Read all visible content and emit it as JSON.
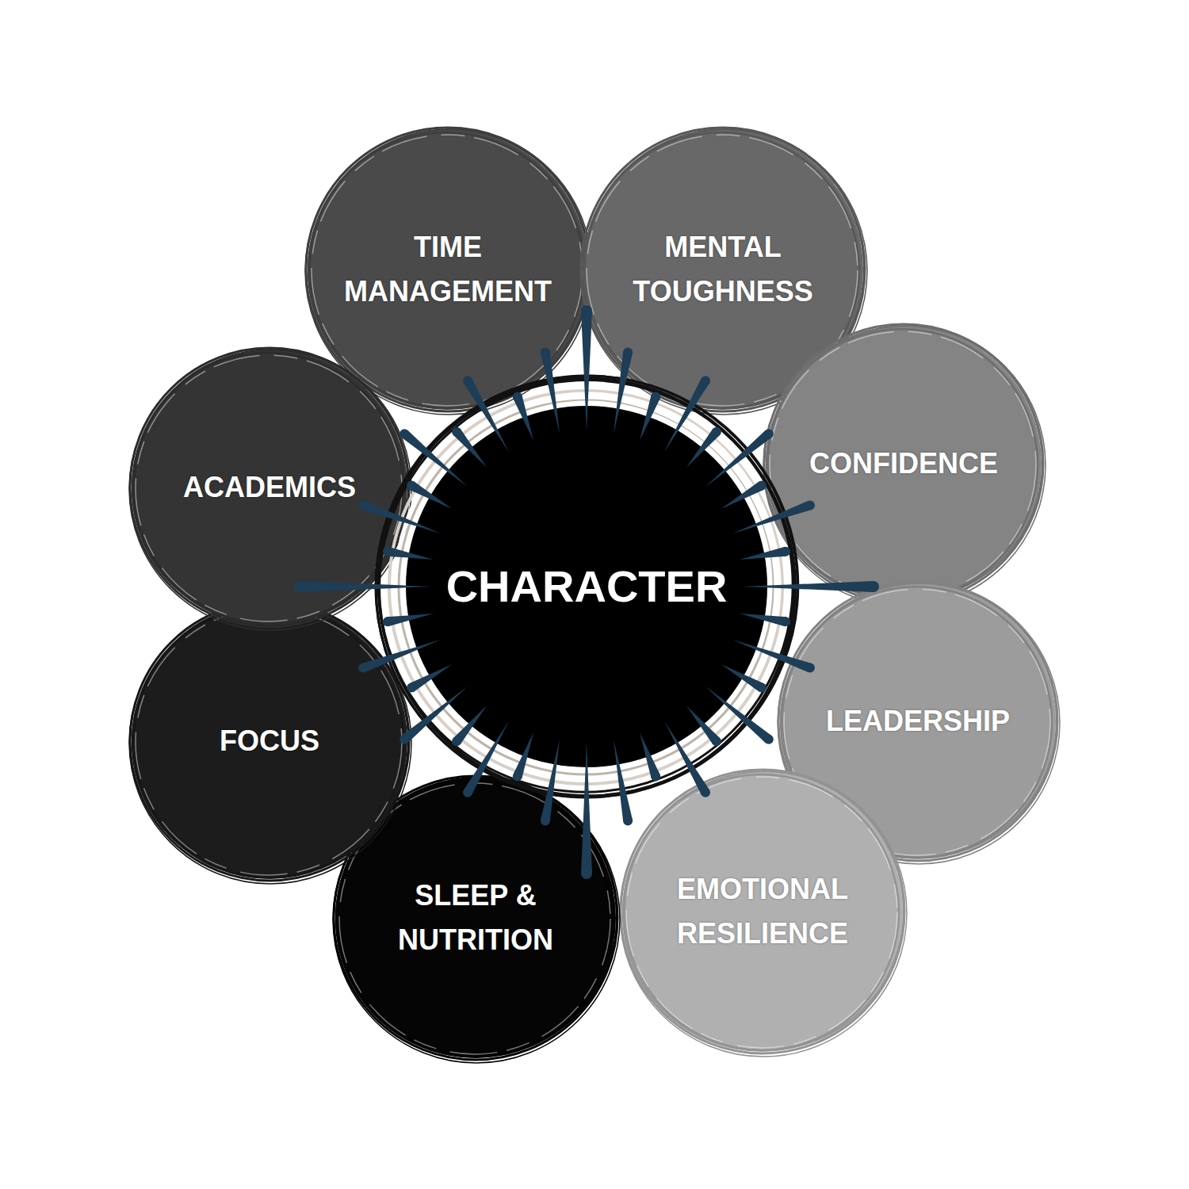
{
  "diagram": {
    "nodes": [
      {
        "text": [
          "CHARACTER"
        ]
      },
      {
        "text": [
          "TIME MANAGEMENT"
        ]
      },
      {
        "text": [
          "MENTAL TOUGHNESS"
        ]
      },
      {
        "text": [
          "CONFIDENCE"
        ]
      },
      {
        "text": [
          "LEADERSHIP"
        ]
      },
      {
        "text": [
          "EMOTIONAL RESILIENCE"
        ]
      },
      {
        "text": [
          "SLEEP & NUTRITION"
        ]
      },
      {
        "text": [
          "FOCUS"
        ]
      },
      {
        "text": [
          "ACADEMICS"
        ]
      }
    ]
  }
}
